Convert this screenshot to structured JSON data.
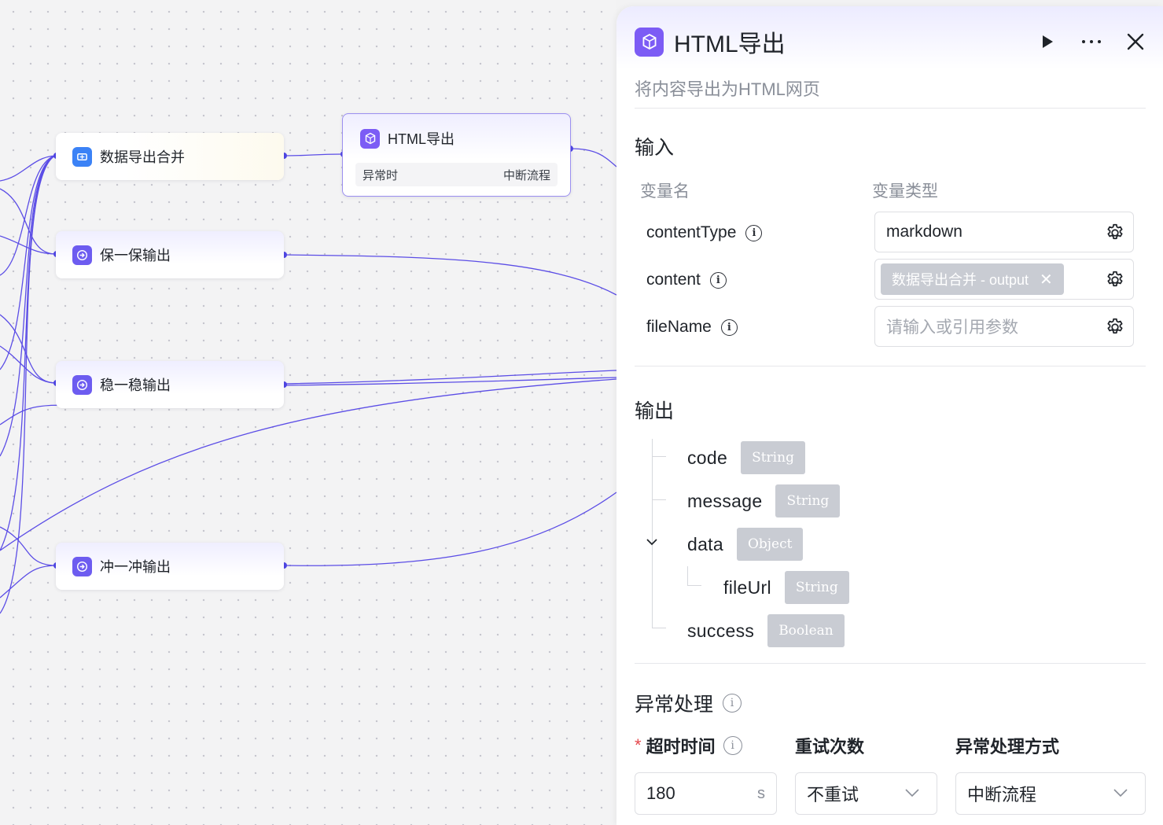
{
  "canvas": {
    "nodes": {
      "merge": {
        "title": "数据导出合并"
      },
      "html": {
        "title": "HTML导出",
        "sub_left": "异常时",
        "sub_right": "中断流程"
      },
      "out1": {
        "title": "保一保输出"
      },
      "out2": {
        "title": "稳一稳输出"
      },
      "out3": {
        "title": "冲一冲输出"
      }
    }
  },
  "panel": {
    "title": "HTML导出",
    "description": "将内容导出为HTML网页",
    "icons": {
      "node": "cube-icon",
      "run": "play-icon",
      "more": "more-icon",
      "close": "close-icon"
    },
    "input": {
      "title": "输入",
      "col_name": "变量名",
      "col_type": "变量类型",
      "rows": [
        {
          "name": "contentType",
          "value": "markdown"
        },
        {
          "name": "content",
          "tag": "数据导出合并 - output"
        },
        {
          "name": "fileName",
          "placeholder": "请输入或引用参数"
        }
      ]
    },
    "output": {
      "title": "输出",
      "fields": [
        {
          "name": "code",
          "type": "String"
        },
        {
          "name": "message",
          "type": "String"
        },
        {
          "name": "data",
          "type": "Object"
        },
        {
          "name": "fileUrl",
          "type": "String"
        },
        {
          "name": "success",
          "type": "Boolean"
        }
      ]
    },
    "error": {
      "title": "异常处理",
      "timeout_label": "超时时间",
      "timeout_required": "*",
      "retry_label": "重试次数",
      "mode_label": "异常处理方式",
      "timeout_value": "180",
      "timeout_unit": "s",
      "retry_value": "不重试",
      "mode_value": "中断流程"
    }
  },
  "colors": {
    "accent": "#7c5cf5",
    "edge": "#5b4de6",
    "merge_icon": "#3b82f6",
    "output_icon": "#6d5cf0"
  }
}
